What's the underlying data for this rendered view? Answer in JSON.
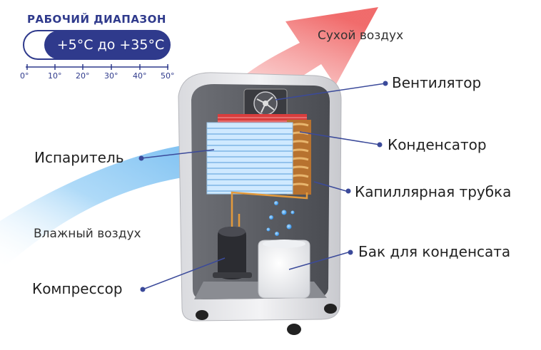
{
  "range": {
    "title": "РАБОЧИЙ ДИАПАЗОН",
    "value": "+5°C до +35°C",
    "ticks": [
      "0°",
      "10°",
      "20°",
      "30°",
      "40°",
      "50°"
    ]
  },
  "labels": {
    "dry_air": "Сухой воздух",
    "humid_air": "Влажный воздух",
    "fan": "Вентилятор",
    "condenser": "Конденсатор",
    "capillary": "Капиллярная трубка",
    "tank": "Бак для конденсата",
    "evaporator": "Испаритель",
    "compressor": "Компрессор"
  },
  "colors": {
    "accent": "#2f3a8c",
    "leader": "#3b4a9a",
    "dry_air_arrow": "#f06a6a",
    "humid_air_flow": "#6fb8ef"
  }
}
